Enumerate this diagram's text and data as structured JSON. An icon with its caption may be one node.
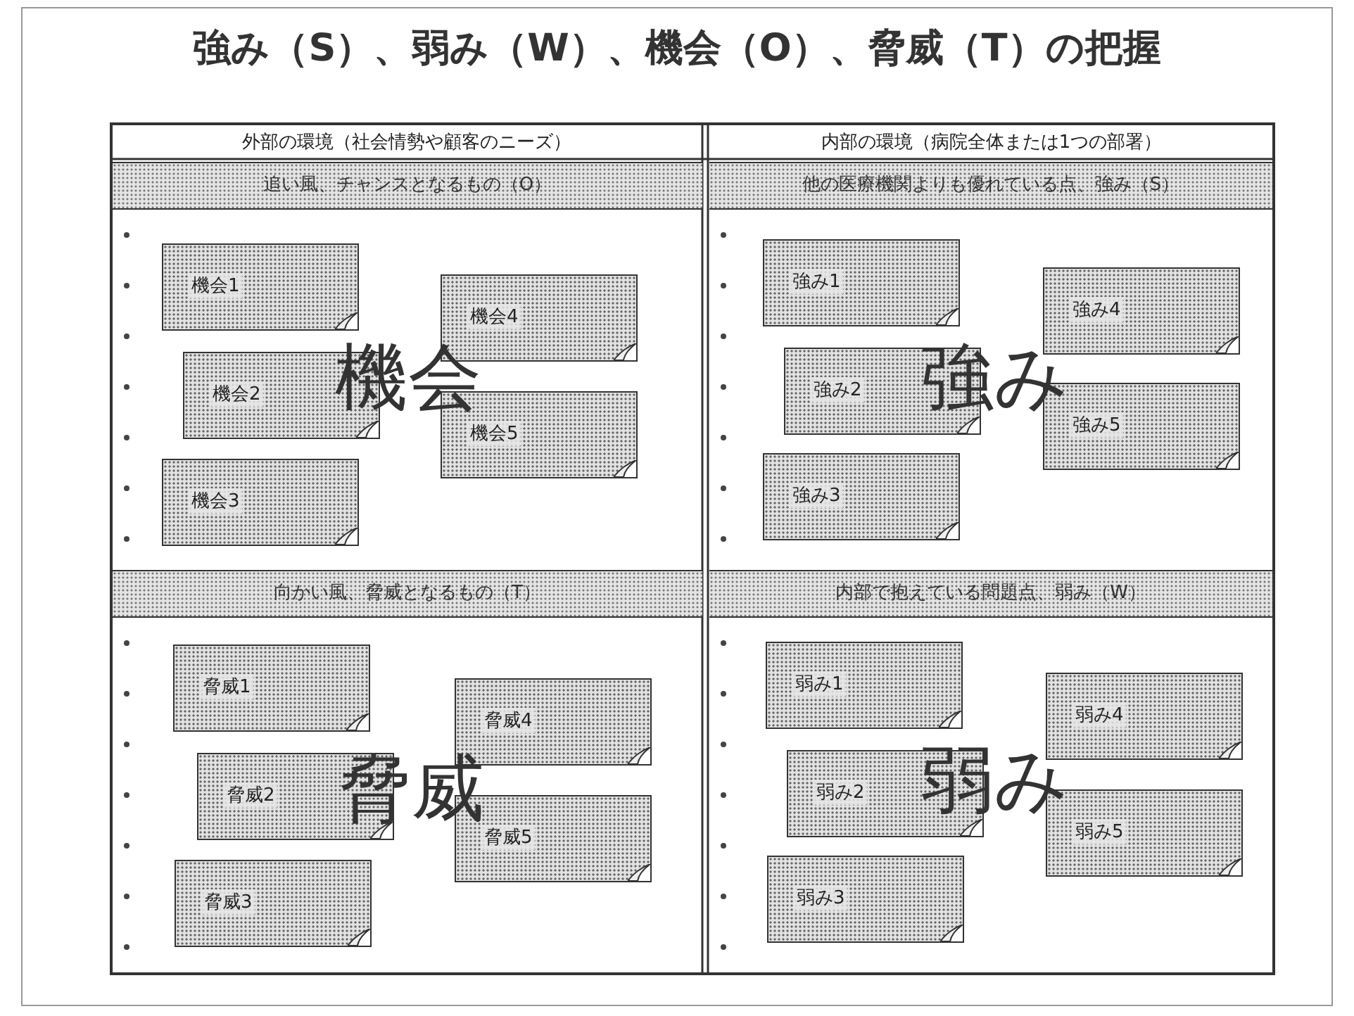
{
  "diagram": {
    "title": "強み（S）、弱み（W）、機会（O）、脅威（T）の把握",
    "labels": [
      "外部の環境（社会情勢や顧客のニーズ）",
      "内部の環境（病院全体または1つの部署）"
    ],
    "nodes": [
      {
        "text": [
          "追い風、チャンスとなるもの（O）",
          "機会"
        ]
      },
      {
        "text": [
          "機会1"
        ],
        "in": 0
      },
      {
        "text": [
          "機会2"
        ],
        "in": 0
      },
      {
        "text": [
          "機会3"
        ],
        "in": 0
      },
      {
        "text": [
          "機会4"
        ],
        "in": 0
      },
      {
        "text": [
          "機会5"
        ],
        "in": 0
      },
      {
        "text": [
          "他の医療機関よりも優れている点、強み（S）",
          "強み"
        ]
      },
      {
        "text": [
          "強み1"
        ],
        "in": 6
      },
      {
        "text": [
          "強み2"
        ],
        "in": 6
      },
      {
        "text": [
          "強み3"
        ],
        "in": 6
      },
      {
        "text": [
          "強み4"
        ],
        "in": 6
      },
      {
        "text": [
          "強み5"
        ],
        "in": 6
      },
      {
        "text": [
          "向かい風、脅威となるもの（T）",
          "脅威"
        ]
      },
      {
        "text": [
          "脅威1"
        ],
        "in": 12
      },
      {
        "text": [
          "脅威2"
        ],
        "in": 12
      },
      {
        "text": [
          "脅威3"
        ],
        "in": 12
      },
      {
        "text": [
          "脅威4"
        ],
        "in": 12
      },
      {
        "text": [
          "脅威5"
        ],
        "in": 12
      },
      {
        "text": [
          "内部で抱えている問題点、弱み（W）",
          "弱み"
        ]
      },
      {
        "text": [
          "弱み1"
        ],
        "in": 18
      },
      {
        "text": [
          "弱み2"
        ],
        "in": 18
      },
      {
        "text": [
          "弱み3"
        ],
        "in": 18
      },
      {
        "text": [
          "弱み4"
        ],
        "in": 18
      },
      {
        "text": [
          "弱み5"
        ],
        "in": 18
      }
    ]
  }
}
